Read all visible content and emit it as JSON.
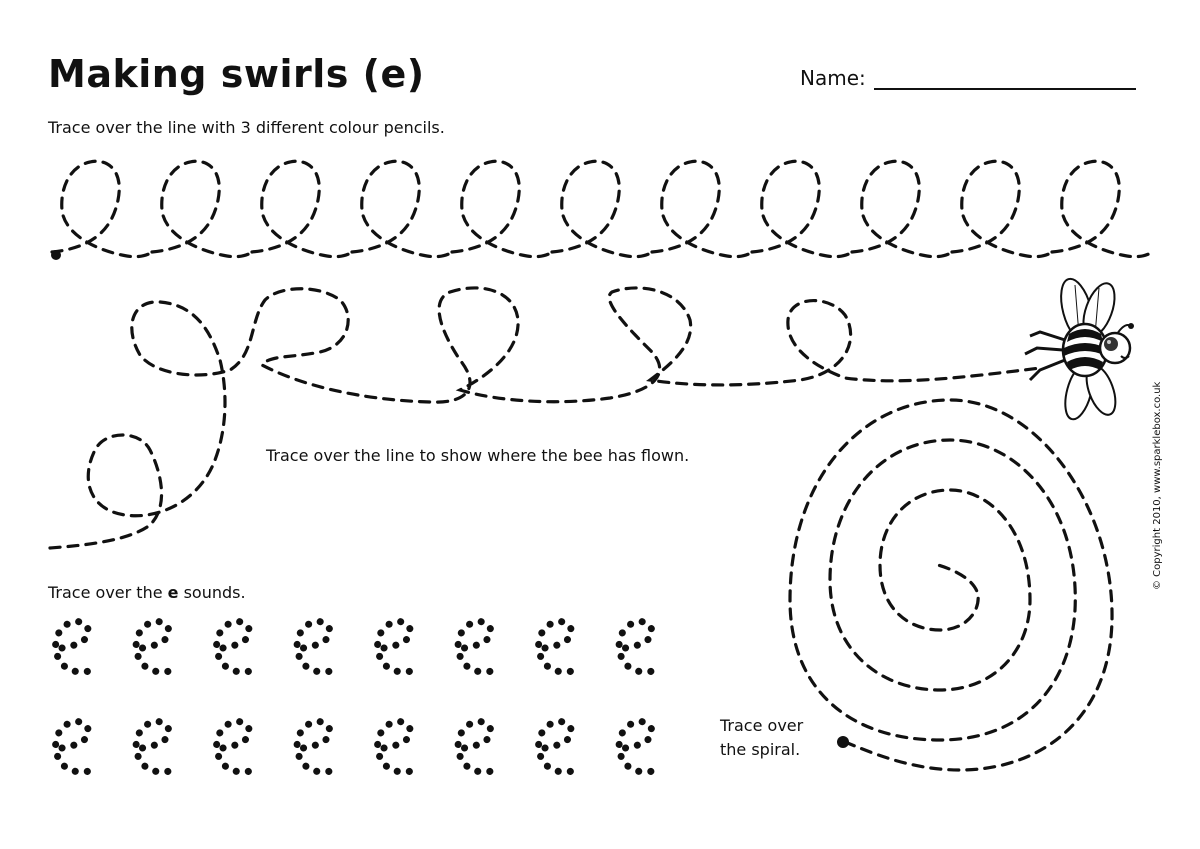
{
  "worksheet": {
    "title": "Making swirls (e)",
    "name_label": "Name:",
    "instructions": {
      "colour_pencils": "Trace over the line with 3 different colour pencils.",
      "bee": "Trace over the line to show where the bee has flown.",
      "e_sounds_prefix": "Trace over the ",
      "e_sounds_letter": "e",
      "e_sounds_suffix": " sounds.",
      "spiral_line1": "Trace over",
      "spiral_line2": "the spiral."
    },
    "copyright": "© Copyright 2010, www.sparklebox.co.uk",
    "e_rows": 2,
    "e_per_row": 8,
    "swirl_count": 11,
    "bee_icon": "bee-icon"
  }
}
